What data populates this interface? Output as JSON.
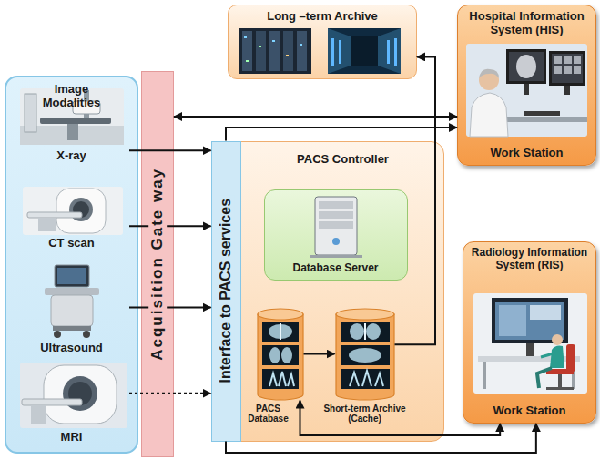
{
  "diagram": {
    "nodes": [
      {
        "text": [
          "Image Modalities"
        ]
      },
      {
        "text": [
          "X-ray"
        ],
        "in": 0
      },
      {
        "text": [
          "CT scan"
        ],
        "in": 0
      },
      {
        "text": [
          "Ultrasound"
        ],
        "in": 0
      },
      {
        "text": [
          "MRI"
        ],
        "in": 0
      },
      {
        "text": [
          "Acquisition Gate way"
        ]
      },
      {
        "text": [
          "Long –term Archive"
        ]
      },
      {
        "text": [
          "Hospital Information System (HIS)",
          "Work Station"
        ]
      },
      {
        "text": [
          "PACS Controller"
        ]
      },
      {
        "text": [
          "Interface to PACS services"
        ],
        "in": 8
      },
      {
        "text": [
          "Database Server"
        ],
        "in": 8
      },
      {
        "text": [
          "PACS Database"
        ],
        "in": 8
      },
      {
        "text": [
          "Short-term Archive (Cache)"
        ],
        "in": 8
      },
      {
        "text": [
          "Radiology Information System (RIS)",
          "Work Station"
        ]
      }
    ],
    "edges": [
      {
        "from": 1,
        "to": 9,
        "arrow": "to"
      },
      {
        "from": 2,
        "to": 9,
        "arrow": "to"
      },
      {
        "from": 3,
        "to": 9,
        "arrow": "to"
      },
      {
        "from": 4,
        "to": 9,
        "arrow": "to"
      },
      {
        "from": 5,
        "to": 7,
        "arrow": "both"
      },
      {
        "from": 9,
        "to": 7,
        "arrow": "to"
      },
      {
        "from": 11,
        "to": 12,
        "arrow": "to"
      },
      {
        "from": 12,
        "to": 6,
        "arrow": "to"
      },
      {
        "from": 9,
        "to": 13,
        "arrow": "to"
      },
      {
        "from": 11,
        "to": 13,
        "arrow": "both"
      }
    ]
  }
}
